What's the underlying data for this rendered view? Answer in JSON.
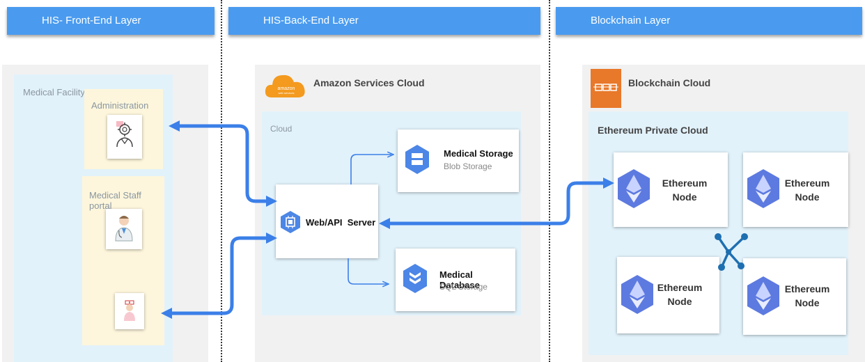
{
  "layers": {
    "front_end": "HIS- Front-End Layer",
    "back_end": "HIS-Back-End Layer",
    "blockchain": "Blockchain Layer"
  },
  "front": {
    "facility_label": "Medical Facility",
    "administration_label": "Administration",
    "staff_portal_label": "Medical Staff portal"
  },
  "back": {
    "cloud_title": "Amazon Services Cloud",
    "aws_logo_text": "amazon web services",
    "inner_cloud_label": "Cloud",
    "server_label": "Web/API  Server",
    "storage_title": "Medical Storage",
    "storage_sub": "Blob Storage",
    "database_title": "Medical Database",
    "database_sub": "SQL Storage"
  },
  "chain": {
    "cloud_title": "Blockchain Cloud",
    "private_cloud_label": "Ethereum Private Cloud",
    "nodes": [
      {
        "line1": "Ethereum",
        "line2": "Node"
      },
      {
        "line1": "Ethereum",
        "line2": "Node"
      },
      {
        "line1": "Ethereum",
        "line2": "Node"
      },
      {
        "line1": "Ethereum",
        "line2": "Node"
      }
    ]
  },
  "colors": {
    "header": "#4a9bef",
    "arrow": "#3b7fe8",
    "aws_orange": "#f39a1f",
    "chain_logo": "#e8782a",
    "gcp_blue": "#4c86e6",
    "eth_bg": "#5d7ae0",
    "network": "#1e6fb0"
  },
  "icons": {
    "admin": "admin-user-gear-icon",
    "doctor": "doctor-icon",
    "nurse": "nurse-icon",
    "server": "compute-chip-icon",
    "storage": "storage-icon",
    "database": "database-icon",
    "ethereum": "ethereum-icon",
    "network": "network-nodes-icon"
  }
}
